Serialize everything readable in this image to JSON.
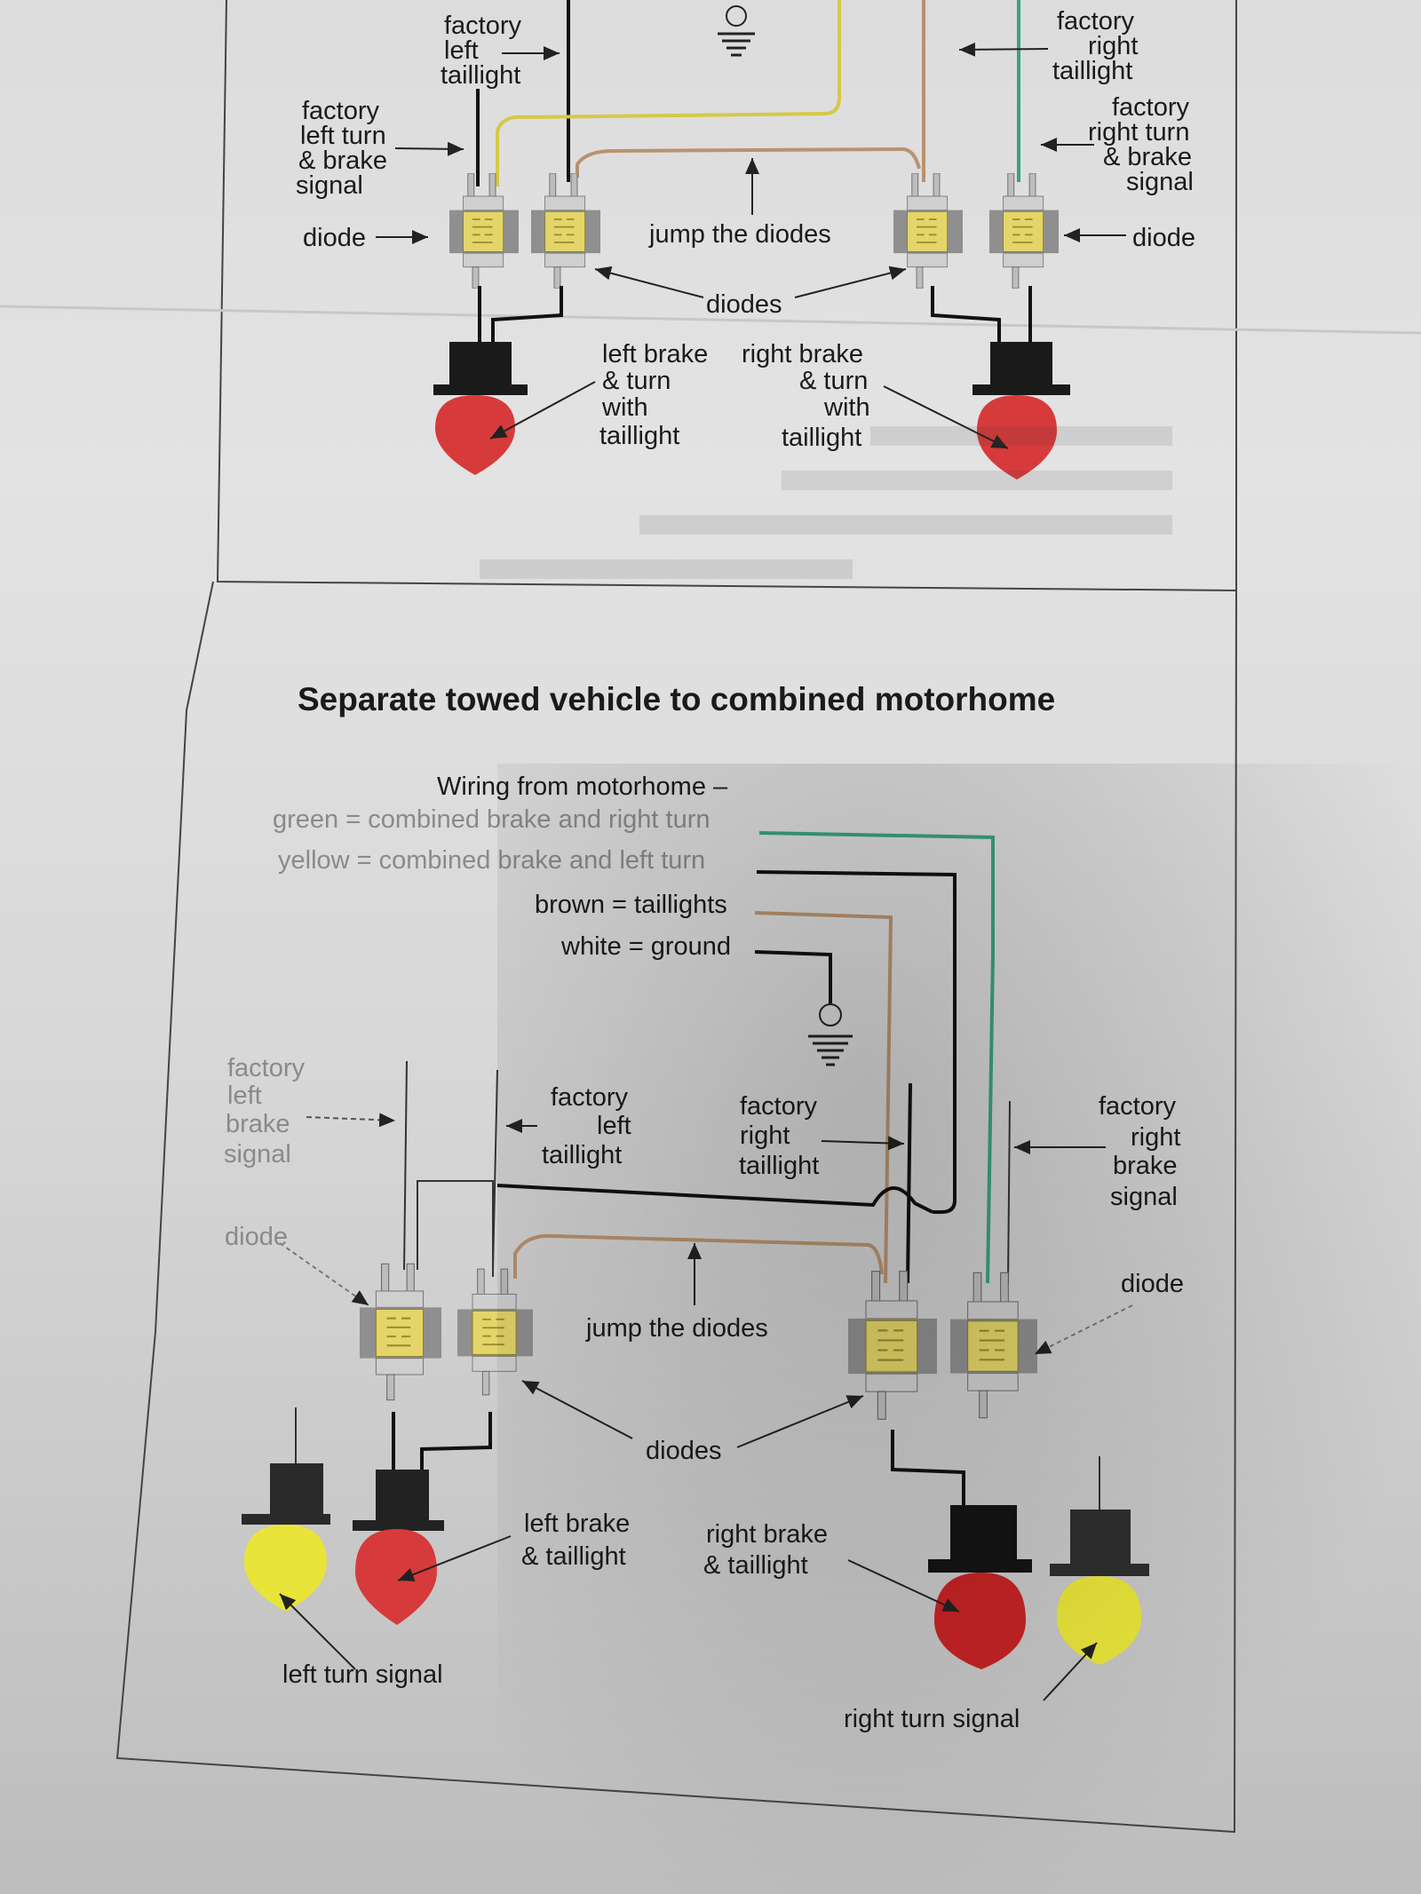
{
  "colors": {
    "yellow_wire": "#d6c848",
    "green_wire": "#3aa37a",
    "brown_wire": "#b89270",
    "black_wire": "#111111",
    "red_bulb": "#d73a3a",
    "yellow_bulb": "#e8e43a",
    "diode_body": "#e3d569"
  },
  "top_panel": {
    "labels": {
      "factory_left_taillight": [
        "factory",
        "left",
        "taillight"
      ],
      "factory_left_turn_brake": [
        "factory",
        "left turn",
        "& brake",
        "signal"
      ],
      "diode_left": "diode",
      "jump_the_diodes": "jump the diodes",
      "diodes": "diodes",
      "factory_right_taillight": [
        "factory",
        "right",
        "taillight"
      ],
      "factory_right_turn_brake": [
        "factory",
        "right turn",
        "& brake",
        "signal"
      ],
      "diode_right": "diode",
      "left_brake_turn_taillight": [
        "left brake",
        "& turn",
        "with",
        "taillight"
      ],
      "right_brake_turn_taillight": [
        "right brake",
        "& turn",
        "with",
        "taillight"
      ]
    }
  },
  "bottom_panel": {
    "title": "Separate towed vehicle to combined motorhome",
    "wiring_header": "Wiring from motorhome –",
    "wiring": [
      "green = combined brake and right turn",
      "yellow = combined brake and left turn",
      "brown = taillights",
      "white = ground"
    ],
    "labels": {
      "factory_left_brake_signal": [
        "factory",
        "left",
        "brake",
        "signal"
      ],
      "factory_left_taillight": [
        "factory",
        "left",
        "taillight"
      ],
      "factory_right_taillight": [
        "factory",
        "right",
        "taillight"
      ],
      "factory_right_brake_signal": [
        "factory",
        "right",
        "brake",
        "signal"
      ],
      "diode_left": "diode",
      "diode_right": "diode",
      "jump_the_diodes": "jump the diodes",
      "diodes": "diodes",
      "left_brake_taillight": [
        "left brake",
        "& taillight"
      ],
      "right_brake_taillight": [
        "right brake",
        "& taillight"
      ],
      "left_turn_signal": "left turn signal",
      "right_turn_signal": "right turn signal"
    }
  }
}
